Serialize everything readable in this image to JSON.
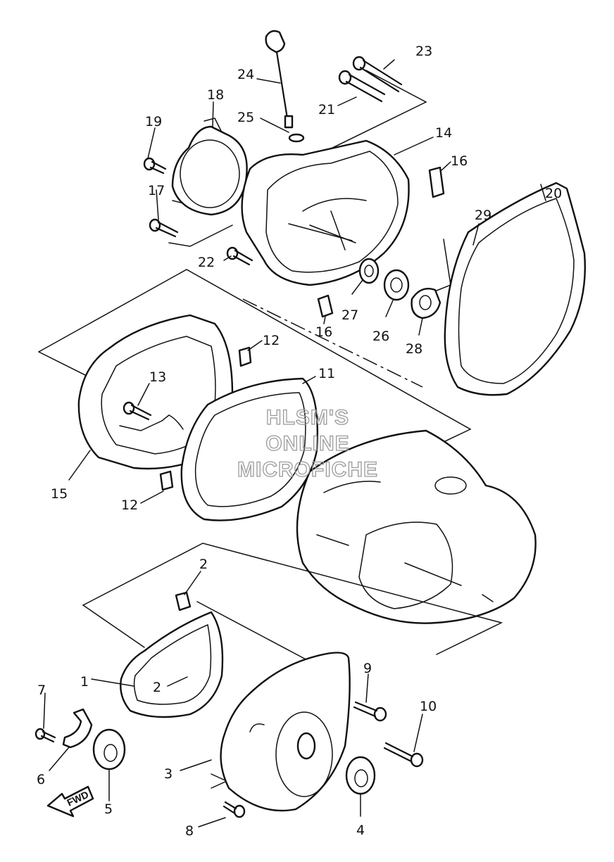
{
  "watermark": {
    "line1": "HLSM'S",
    "line2": "ONLINE",
    "line3": "MICROFICHE"
  },
  "direction_badge": "FWD",
  "callouts": [
    "1",
    "2",
    "2",
    "3",
    "4",
    "5",
    "6",
    "7",
    "8",
    "9",
    "10",
    "11",
    "12",
    "12",
    "13",
    "14",
    "15",
    "16",
    "16",
    "17",
    "18",
    "19",
    "20",
    "21",
    "22",
    "23",
    "24",
    "25",
    "26",
    "27",
    "28",
    "29"
  ]
}
